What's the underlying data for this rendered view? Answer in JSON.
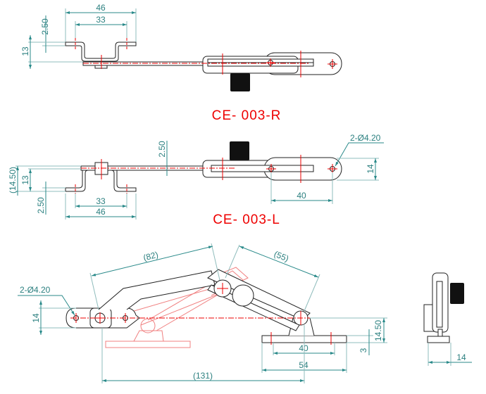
{
  "views": {
    "right": {
      "label": "CE- 003-R",
      "dims": {
        "overall_width": "46",
        "hole_spacing": "33",
        "thickness": "2.50",
        "height": "13"
      }
    },
    "left": {
      "label": "CE- 003-L",
      "dims": {
        "thickness_top": "2.50",
        "hole_note": "2-Ø4.20",
        "tab_width": "14",
        "tab_hole_spacing": "40",
        "total_height": "(14.50)",
        "height": "13",
        "thickness_bottom": "2.50",
        "hole_spacing": "33",
        "overall_width": "46"
      }
    },
    "side": {
      "dims": {
        "arm_length": "(82)",
        "link_length": "(55)",
        "hole_note": "2-Ø4.20",
        "tab_width": "14",
        "pivot_height": "14.50",
        "base_thickness": "3",
        "base_hole_spacing": "40",
        "base_width": "54",
        "reach": "(131)"
      }
    },
    "end": {
      "dims": {
        "base_width": "14"
      }
    }
  },
  "colors": {
    "dimension": "#2a8a8a",
    "centerline": "#ee0000",
    "part": "#222222"
  }
}
